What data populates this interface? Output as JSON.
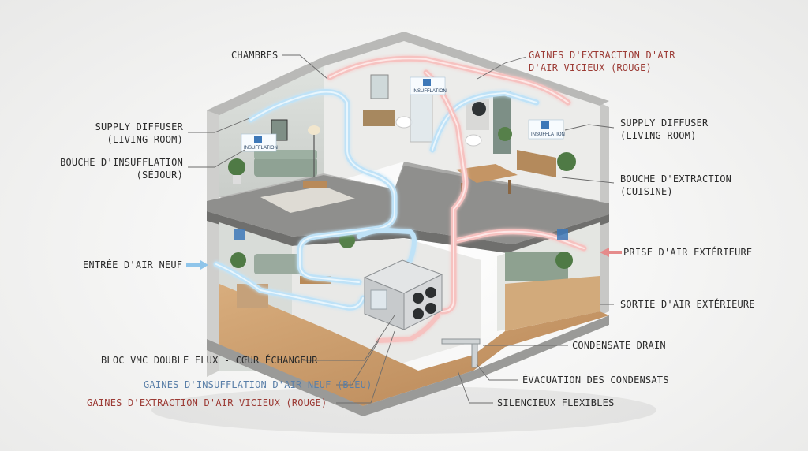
{
  "colors": {
    "supply": "#9fd0f0",
    "extract": "#f2a0a0",
    "extract_text": "#9c3b35",
    "supply_text": "#5a7fa8",
    "wall": "#e6e6e4",
    "floor_wood": "#c89a6a",
    "slab": "#8d8d8d"
  },
  "labels": {
    "chambres": "CHAMBRES",
    "gaines_extraction_top": "GAINES D'EXTRACTION D'AIR\nD'AIR VICIEUX (ROUGE)",
    "supply_left": "SUPPLY DIFFUSER\n(LIVING ROOM)",
    "bouche_insufflation": "BOUCHE D'INSUFFLATION\n(SÉJOUR)",
    "supply_right": "SUPPLY DIFFUSER\n(LIVING ROOM)",
    "bouche_extraction": "BOUCHE D'EXTRACTION\n(CUISINE)",
    "entree_air": "ENTRÉE D'AIR NEUF",
    "prise_air": "PRISE D'AIR EXTÉRIEURE",
    "sortie_air": "SORTIE D'AIR EXTÉRIEURE",
    "condensate": "CONDENSATE DRAIN",
    "bloc_vmc": "BLOC VMC DOUBLE FLUX - CŒUR ÉCHANGEUR",
    "evacuation": "ÉVACUATION DES CONDENSATS",
    "gaines_insufflation": "GAINES D'INSUFFLATION D'AIR NEUF (BLEU)",
    "silencieux": "SILENCIEUX FLEXIBLES",
    "gaines_extraction_bottom": "GAINES D'EXTRACTION D'AIR VICIEUX (ROUGE)"
  },
  "tags": {
    "insufflation": "INSUFFLATION"
  }
}
